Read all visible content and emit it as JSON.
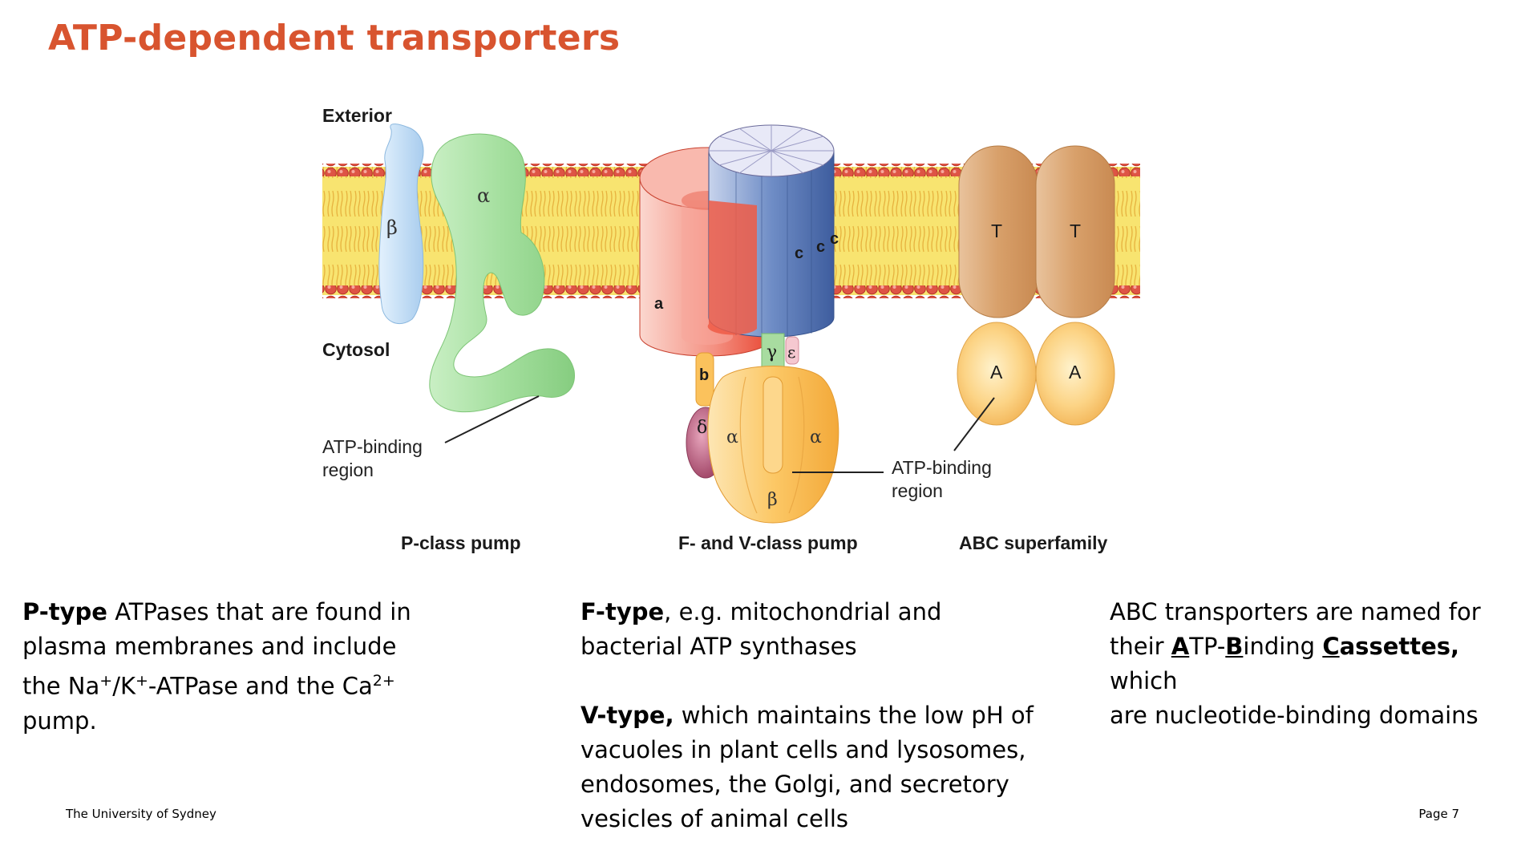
{
  "slide": {
    "title": "ATP-dependent transporters"
  },
  "diagram": {
    "labels": {
      "exterior": "Exterior",
      "cytosol": "Cytosol",
      "p_alpha": "α",
      "p_beta": "β",
      "p_atp_region_line1": "ATP-binding",
      "p_atp_region_line2": "region",
      "f_a": "a",
      "f_b": "b",
      "f_c1": "c",
      "f_c2": "c",
      "f_c3": "c",
      "f_gamma": "γ",
      "f_epsilon": "ε",
      "f_delta": "δ",
      "f_alpha_left": "α",
      "f_alpha_right": "α",
      "f_beta": "β",
      "f_atp_region_line1": "ATP-binding",
      "f_atp_region_line2": "region",
      "abc_t1": "T",
      "abc_t2": "T",
      "abc_a1": "A",
      "abc_a2": "A"
    },
    "captions": {
      "p_class": "P-class pump",
      "fv_class": "F- and V-class pump",
      "abc": "ABC superfamily"
    }
  },
  "columns": {
    "left": {
      "ptype_bold": "P-type",
      "ptype_text1": " ATPases that are found in",
      "ptype_text2": "plasma membranes and include",
      "ptype_text3a": "the Na",
      "ptype_sup1": "+",
      "ptype_text3b": "/K",
      "ptype_sup2": "+",
      "ptype_text3c": "-ATPase and the Ca",
      "ptype_sup3": "2+",
      "ptype_text4": "pump."
    },
    "middle": {
      "ftype_bold": "F-type",
      "ftype_text1": ", e.g. mitochondrial and",
      "ftype_text2": "bacterial ATP synthases",
      "vtype_bold": "V-type,",
      "vtype_text1": " which maintains the low pH of",
      "vtype_text2": "vacuoles in plant cells and lysosomes,",
      "vtype_text3": "endosomes, the Golgi, and secretory",
      "vtype_text4": "vesicles of animal cells"
    },
    "right": {
      "abc_text1": "ABC transporters are named for",
      "abc_text2a": "their ",
      "abc_A": "A",
      "abc_text2b": "TP-",
      "abc_B": "B",
      "abc_text2c": "inding ",
      "abc_C": "C",
      "abc_text2d": "assettes,",
      "abc_text2e": " which",
      "abc_text3": "are nucleotide-binding domains"
    }
  },
  "footer": {
    "institution": "The University of Sydney",
    "page": "Page 7"
  },
  "colors": {
    "title": "#d8542f",
    "membrane": "#f6e06a",
    "lipid_head": "#d94a3a",
    "p_alpha": "#9ed99a",
    "p_beta": "#b7d8f2",
    "f_a": "#f08a7c",
    "f_c": "#5a7bb8",
    "f_head": "#fbc25c",
    "abc_T": "#d9a36f",
    "abc_A": "#fbd07a"
  }
}
